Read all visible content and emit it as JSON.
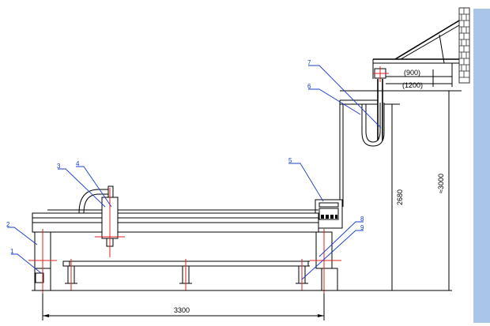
{
  "colors": {
    "panel": "#a9c6e8",
    "leader": "#1a3cc8",
    "center_line": "#e02020",
    "wall_brick": "#333333"
  },
  "callouts": [
    {
      "label": "1"
    },
    {
      "label": "2"
    },
    {
      "label": "3"
    },
    {
      "label": "4"
    },
    {
      "label": "5"
    },
    {
      "label": "6"
    },
    {
      "label": "7"
    },
    {
      "label": "8"
    },
    {
      "label": "9"
    }
  ],
  "dimensions": {
    "bottom_width": "3300",
    "height_2680": "2680",
    "height_3000": "≈3000",
    "bracket_900": "(900)",
    "bracket_1200": "(1200)"
  }
}
